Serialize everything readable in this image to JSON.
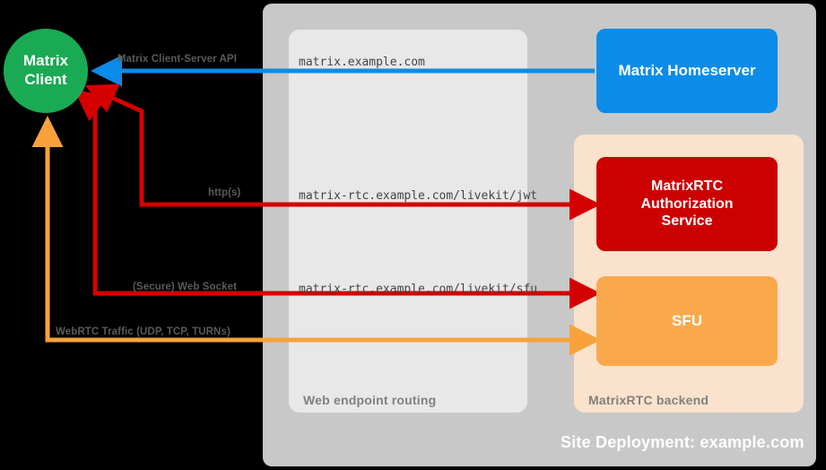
{
  "diagram": {
    "title": "Site Deployment: example.com",
    "containers": {
      "site_deployment": {
        "label": "Site Deployment: example.com",
        "color": "#c8c8c8"
      },
      "web_endpoint_routing": {
        "label": "Web endpoint routing",
        "color": "#e8e8e8"
      },
      "matrixrtc_backend": {
        "label": "MatrixRTC backend",
        "color": "#fbe2cc"
      }
    },
    "nodes": [
      {
        "id": "matrix-client",
        "label": "Matrix\nClient",
        "line1": "Matrix",
        "line2": "Client",
        "shape": "circle",
        "color": "#1aaa54"
      },
      {
        "id": "matrix-homeserver",
        "label": "Matrix Homeserver",
        "shape": "rounded-rect",
        "color": "#0b8ce8"
      },
      {
        "id": "matrixrtc-authorization-service",
        "label": "MatrixRTC Authorization Service",
        "line1": "MatrixRTC",
        "line2": "Authorization",
        "line3": "Service",
        "shape": "rounded-rect",
        "color": "#cc0000"
      },
      {
        "id": "sfu",
        "label": "SFU",
        "shape": "rounded-rect",
        "color": "#f9a94c"
      }
    ],
    "edges": [
      {
        "id": "client-server-api",
        "label": "Matrix Client-Server API",
        "url": "matrix.example.com",
        "color": "#0b8ce8",
        "from": "matrix-homeserver",
        "to": "matrix-client"
      },
      {
        "id": "livekit-jwt",
        "label": "http(s)",
        "url": "matrix-rtc.example.com/livekit/jwt",
        "color": "#d40000",
        "from": "matrix-client",
        "to": "matrixrtc-authorization-service"
      },
      {
        "id": "livekit-sfu",
        "label": "(Secure) Web Socket",
        "url": "matrix-rtc.example.com/livekit/sfu",
        "color": "#d40000",
        "from": "matrix-client",
        "to": "sfu"
      },
      {
        "id": "webrtc-traffic",
        "label": "WebRTC Traffic (UDP, TCP, TURNs)",
        "url": "",
        "color": "#f9a23c",
        "from": "matrix-client",
        "to": "sfu"
      }
    ],
    "background": "#000000"
  }
}
